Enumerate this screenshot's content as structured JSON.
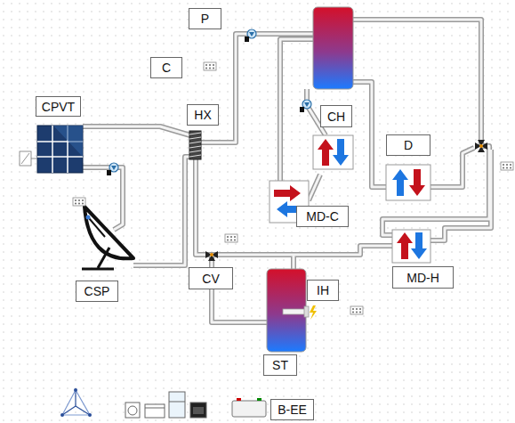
{
  "diagram": {
    "nodes": [
      {
        "text": [
          "P"
        ]
      },
      {
        "text": [
          "C"
        ]
      },
      {
        "text": [
          "CPVT"
        ]
      },
      {
        "text": [
          "HX"
        ]
      },
      {
        "text": [
          "CH"
        ]
      },
      {
        "text": [
          "D"
        ]
      },
      {
        "text": [
          "MD-C"
        ]
      },
      {
        "text": [
          "MD-H"
        ]
      },
      {
        "text": [
          "CV"
        ]
      },
      {
        "text": [
          "CSP"
        ]
      },
      {
        "text": [
          "IH"
        ]
      },
      {
        "text": [
          "ST"
        ]
      },
      {
        "text": [
          "B-EE"
        ]
      }
    ]
  }
}
